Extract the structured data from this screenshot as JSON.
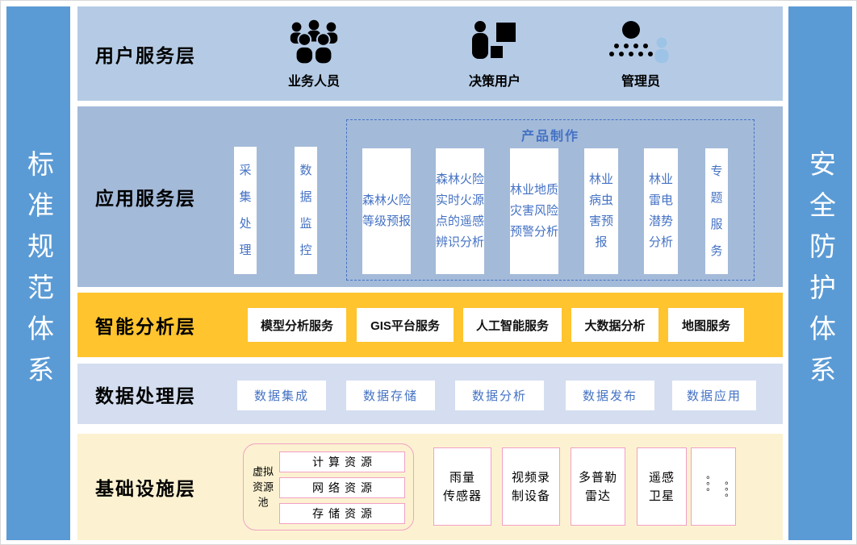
{
  "side_bars": {
    "left": "标准规范体系",
    "right": "安全防护体系"
  },
  "layers": {
    "user_service": {
      "label": "用户服务层",
      "roles": [
        {
          "label": "业务人员",
          "icon": "crowd-icon"
        },
        {
          "label": "决策用户",
          "icon": "decision-user-icon"
        },
        {
          "label": "管理员",
          "icon": "admin-hierarchy-icon"
        }
      ]
    },
    "application_service": {
      "label": "应用服务层",
      "items": [
        "采集处理",
        "数据监控"
      ],
      "product_group": {
        "title": "产品制作",
        "items": [
          "森林火险等级预报",
          "森林火险实时火源点的遥感辨识分析",
          "林业地质灾害风险预警分析",
          "林业病虫害预报",
          "林业雷电潜势分析",
          "专题服务"
        ]
      }
    },
    "intelligent_analysis": {
      "label": "智能分析层",
      "items": [
        "模型分析服务",
        "GIS平台服务",
        "人工智能服务",
        "大数据分析",
        "地图服务"
      ]
    },
    "data_processing": {
      "label": "数据处理层",
      "items": [
        "数据集成",
        "数据存储",
        "数据分析",
        "数据发布",
        "数据应用"
      ]
    },
    "infrastructure": {
      "label": "基础设施层",
      "virtual_pool": {
        "label": "虚拟资源池",
        "items": [
          "计算资源",
          "网络资源",
          "存储资源"
        ]
      },
      "devices": [
        "雨量\n传感器",
        "视频录\n制设备",
        "多普勒\n雷达",
        "遥感\n卫星"
      ],
      "ellipsis_dots": "。。。"
    }
  },
  "colors": {
    "side_bar_blue": "#5B9BD5",
    "user_layer_bg": "#B5CBE5",
    "app_layer_bg": "#A3BAD9",
    "analysis_layer_bg": "#FFC42E",
    "data_layer_bg": "#D4DEF0",
    "infra_layer_bg": "#FCF2D1",
    "box_text_blue": "#4472C4",
    "pink_border": "#F2A0C5",
    "admin_person_blue": "#9DC3E6"
  }
}
